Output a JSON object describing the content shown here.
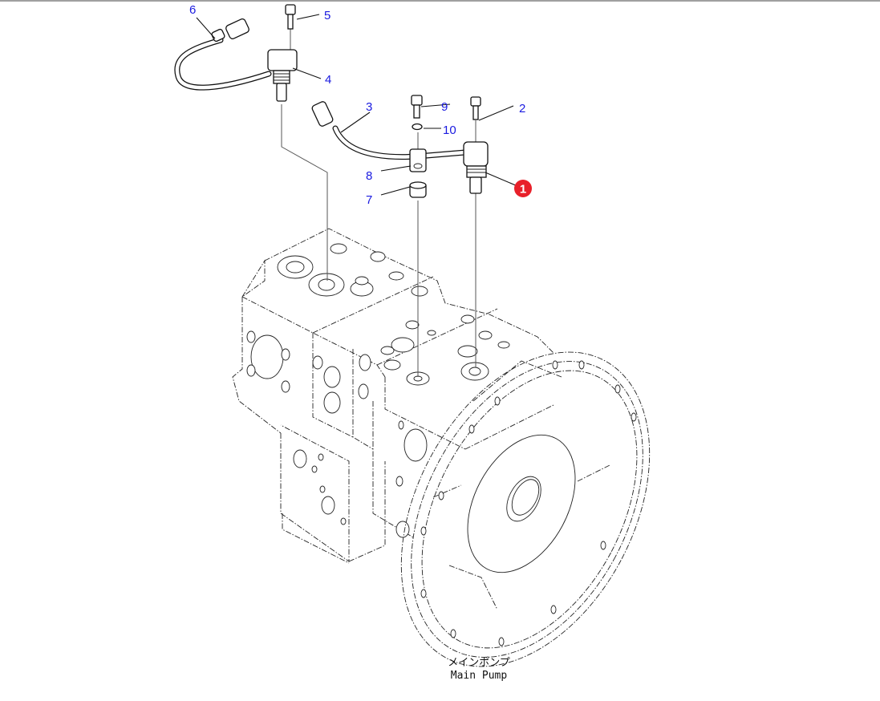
{
  "diagram": {
    "caption_jp": "メインポンプ",
    "caption_en": "Main Pump",
    "callouts": [
      {
        "id": "1",
        "label": "1",
        "highlighted": true
      },
      {
        "id": "2",
        "label": "2"
      },
      {
        "id": "3",
        "label": "3"
      },
      {
        "id": "4",
        "label": "4"
      },
      {
        "id": "5",
        "label": "5"
      },
      {
        "id": "6",
        "label": "6"
      },
      {
        "id": "7",
        "label": "7"
      },
      {
        "id": "8",
        "label": "8"
      },
      {
        "id": "9",
        "label": "9"
      },
      {
        "id": "10",
        "label": "10"
      }
    ],
    "colors": {
      "callout_text": "#1a1ae0",
      "highlight_badge": "#e8202a",
      "line": "#111111",
      "top_border": "#a0a0a0"
    }
  }
}
